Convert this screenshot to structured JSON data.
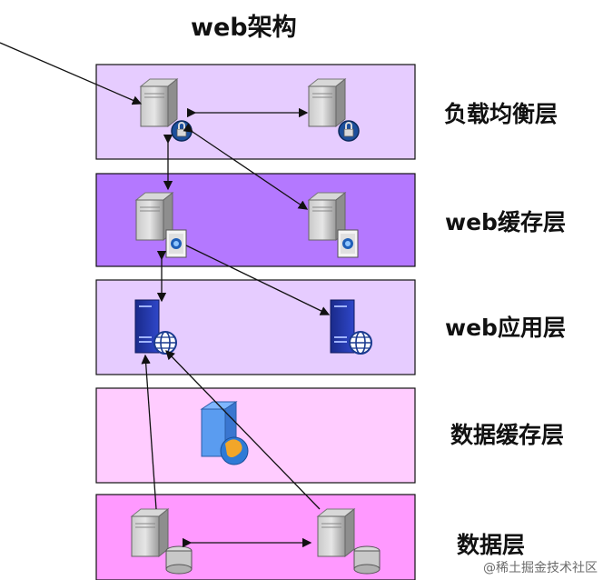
{
  "title": "web架构",
  "layers": [
    {
      "label": "负载均衡层",
      "fill": "#e6ccff"
    },
    {
      "label": "web缓存层",
      "fill": "#b478ff"
    },
    {
      "label": "web应用层",
      "fill": "#e6ccff"
    },
    {
      "label": "数据缓存层",
      "fill": "#ffccff"
    },
    {
      "label": "数据层",
      "fill": "#ff99ff"
    }
  ],
  "watermark": "@稀土掘金技术社区",
  "colors": {
    "border": "#111111",
    "line": "#111111"
  }
}
